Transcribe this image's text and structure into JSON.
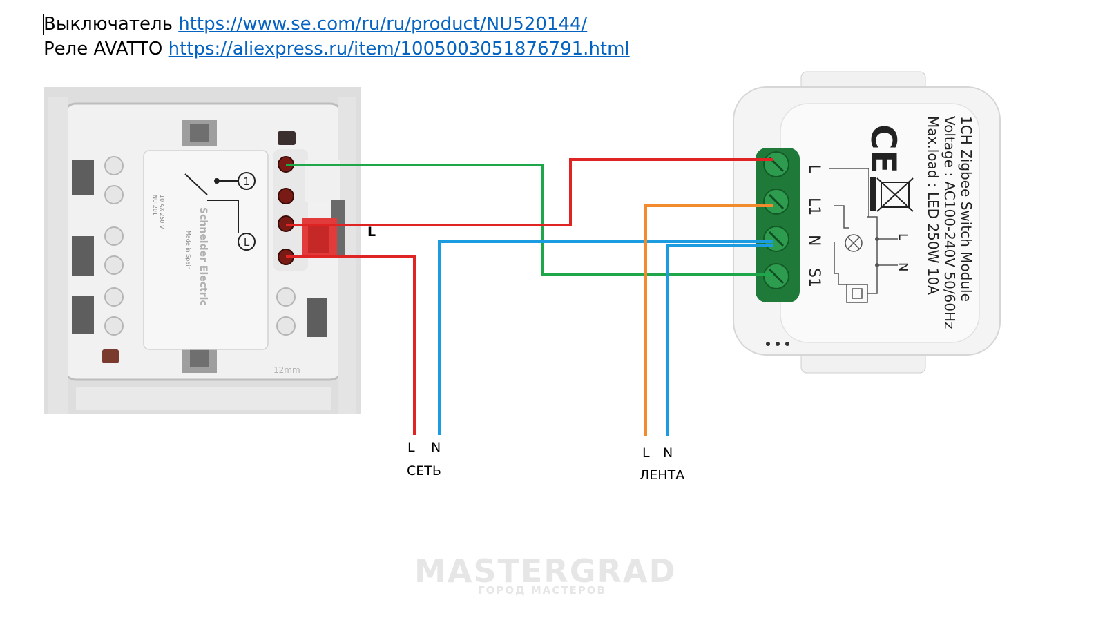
{
  "header": {
    "switch_label": "Выключатель",
    "switch_url": "https://www.se.com/ru/ru/product/NU520144/",
    "relay_label": "Реле AVATTO",
    "relay_url": "https://aliexpress.ru/item/1005003051876791.html"
  },
  "switch_device": {
    "terminal_numbers": [
      "1",
      "L"
    ],
    "brand": "Schneider Electric",
    "model": "NU-201",
    "rating": "10 AX 250 V~",
    "made_in": "Made in Spain",
    "size": "12mm",
    "side_label": "L"
  },
  "relay_module": {
    "title": "1CH Zigbee Switch Module",
    "voltage": "Voltage : AC100-240V 50/60Hz",
    "max_load": "Max.load : LED 250W 10A",
    "terminals": [
      "L",
      "L1",
      "N",
      "S1"
    ],
    "schematic_labels": [
      "L",
      "N"
    ],
    "ce_mark": "CE"
  },
  "mains": {
    "l_label": "L",
    "n_label": "N",
    "name": "СЕТЬ"
  },
  "strip": {
    "l_label": "L",
    "n_label": "N",
    "name": "ЛЕНТА"
  },
  "wire_colors": {
    "red": "#e02424",
    "green": "#1fa64a",
    "blue": "#1b9ce0",
    "orange": "#f28a2e"
  },
  "watermark": {
    "main": "MASTERGRAD",
    "sub": "ГОРОД МАСТЕРОВ"
  }
}
